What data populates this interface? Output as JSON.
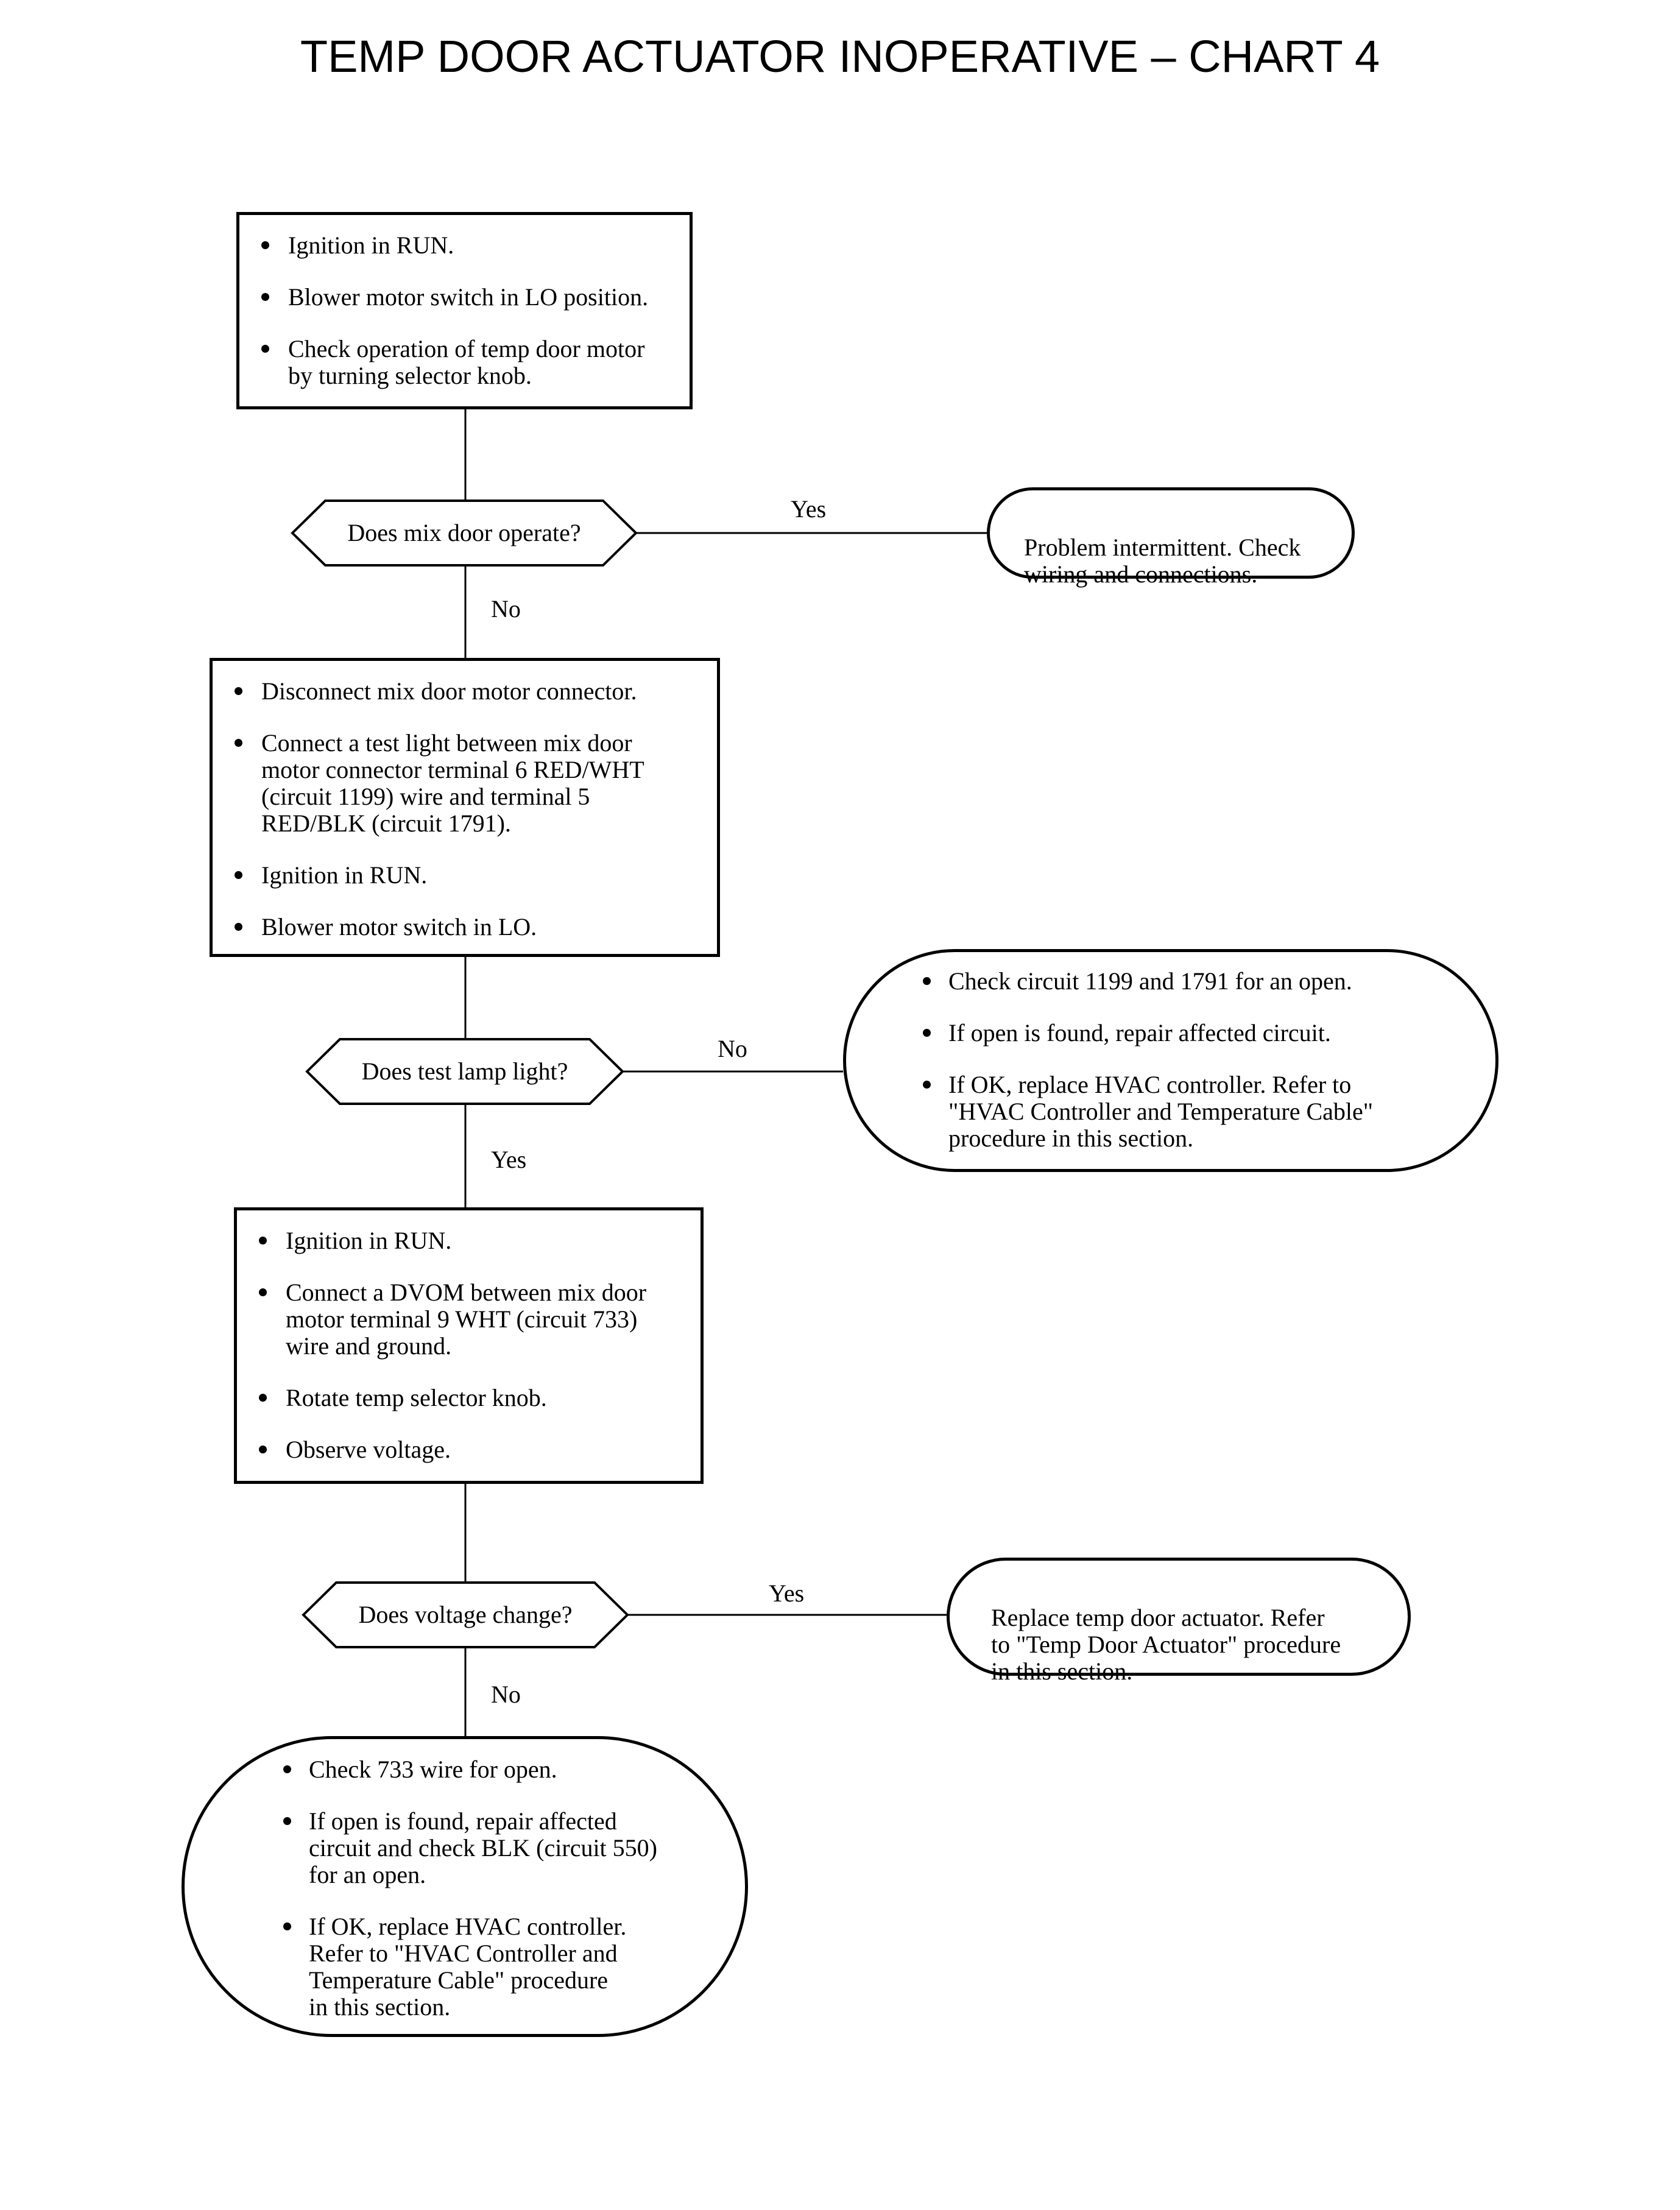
{
  "title": "TEMP DOOR ACTUATOR INOPERATIVE – CHART 4",
  "step1": {
    "items": [
      "Ignition in RUN.",
      "Blower motor switch in LO position.",
      "Check operation of temp door motor\nby turning selector knob."
    ]
  },
  "decision1": {
    "question": "Does mix door operate?",
    "yes_label": "Yes",
    "no_label": "No",
    "yes_result": "Problem intermittent. Check\nwiring and connections."
  },
  "step2": {
    "items": [
      "Disconnect mix door motor connector.",
      "Connect a test light between mix door\nmotor connector terminal 6 RED/WHT\n(circuit 1199) wire and terminal 5\nRED/BLK (circuit 1791).",
      "Ignition in RUN.",
      "Blower motor switch in LO."
    ]
  },
  "decision2": {
    "question": "Does test lamp light?",
    "no_label": "No",
    "yes_label": "Yes",
    "no_result": [
      "Check circuit 1199 and 1791 for an open.",
      "If open is found, repair affected circuit.",
      "If OK, replace HVAC controller. Refer to\n\"HVAC Controller and Temperature Cable\"\nprocedure in this section."
    ]
  },
  "step3": {
    "items": [
      "Ignition in RUN.",
      "Connect a DVOM between mix door\nmotor terminal 9 WHT (circuit 733)\nwire and ground.",
      "Rotate temp selector knob.",
      "Observe voltage."
    ]
  },
  "decision3": {
    "question": "Does voltage change?",
    "yes_label": "Yes",
    "no_label": "No",
    "yes_result": "Replace temp door actuator. Refer\nto \"Temp Door Actuator\" procedure\nin this section.",
    "no_result": [
      "Check 733 wire for open.",
      "If open is found, repair affected\ncircuit and check BLK (circuit 550)\nfor an open.",
      "If OK, replace HVAC controller.\nRefer to \"HVAC Controller and\nTemperature Cable\" procedure\nin this section."
    ]
  }
}
